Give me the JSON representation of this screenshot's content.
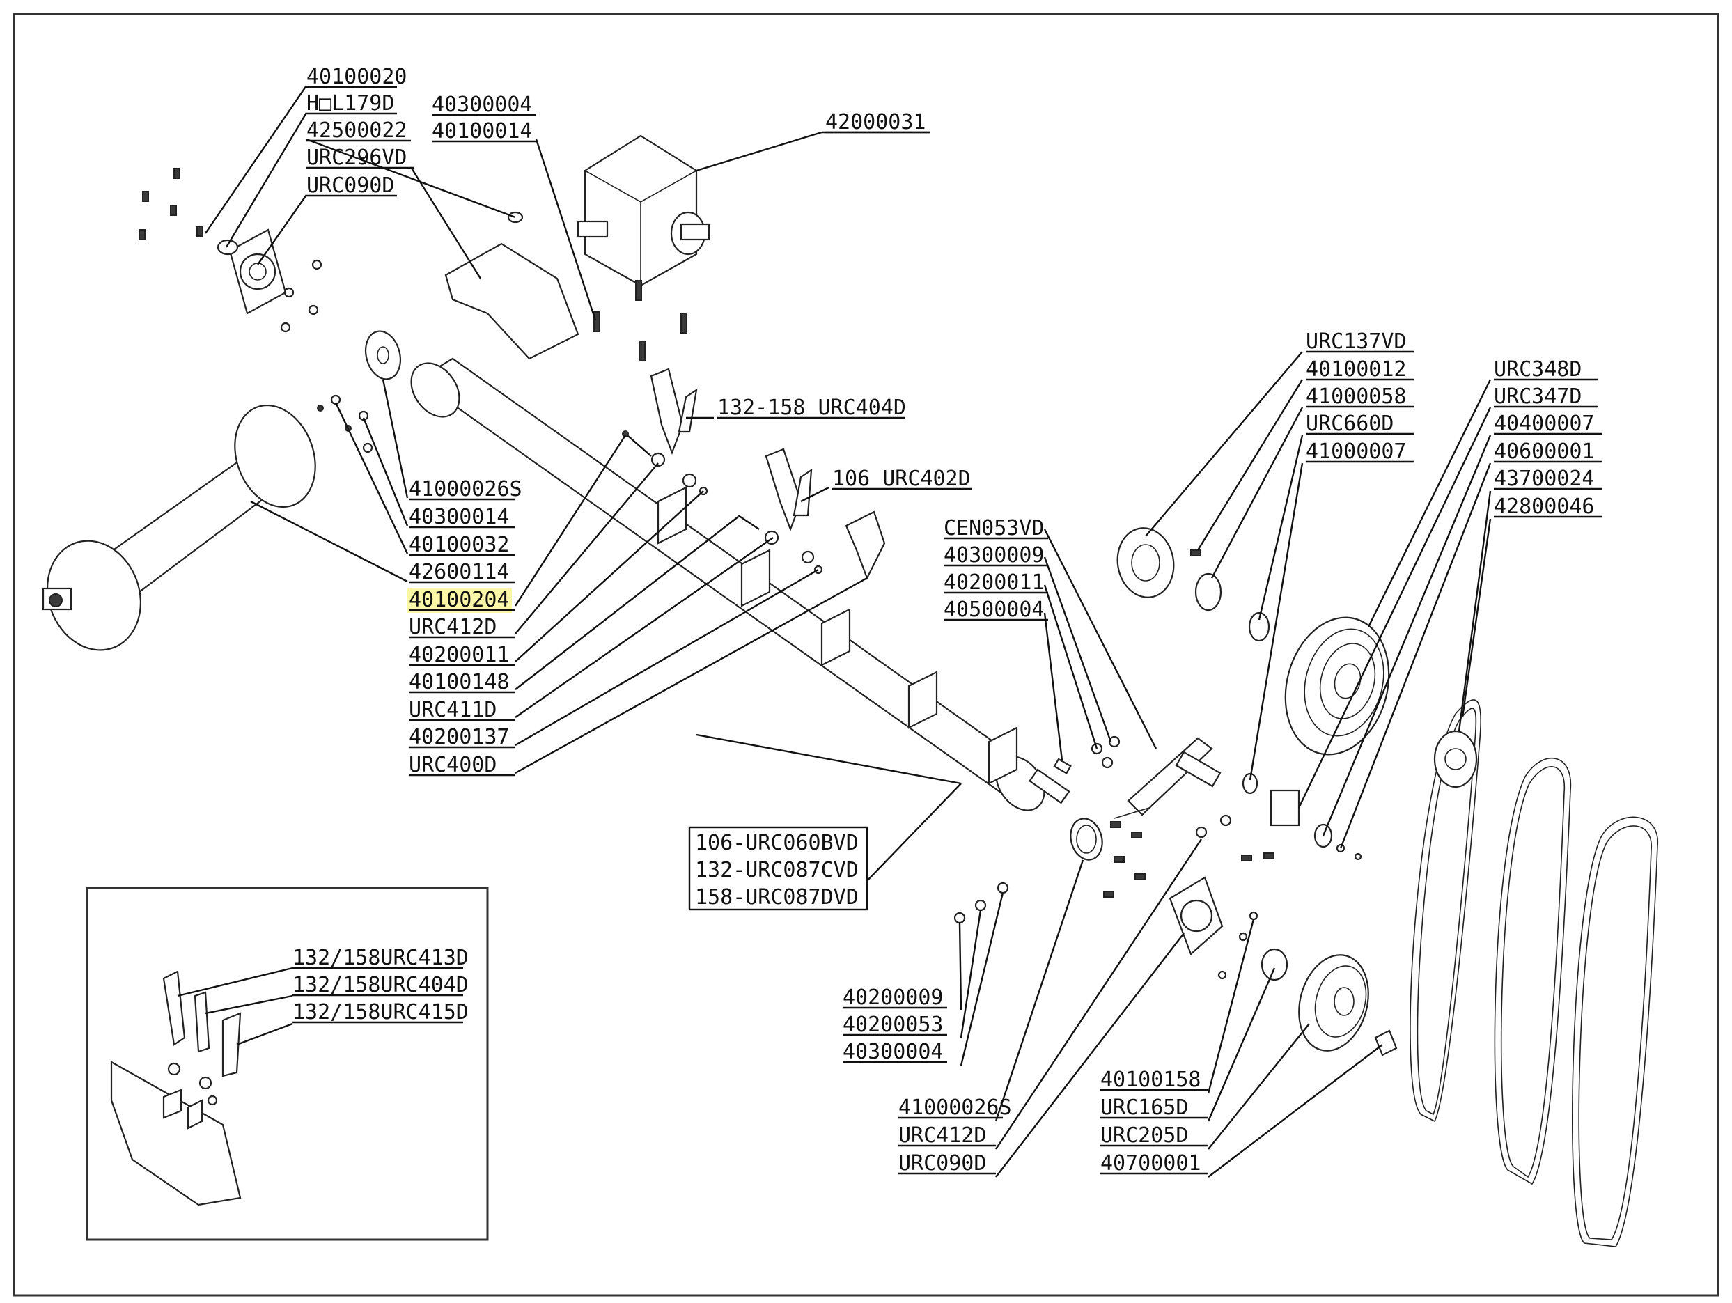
{
  "highlight_color": "#fbf6a8",
  "labels": {
    "p40100020": "40100020",
    "hol179d": "H□L179D",
    "p42500022": "42500022",
    "urc296vd": "URC296VD",
    "urc090d_top": "URC090D",
    "p40300004_top": "40300004",
    "p40100014": "40100014",
    "p42000031": "42000031",
    "p132_158_urc404d": "132-158 URC404D",
    "p106_urc402d": "106 URC402D",
    "p41000026s_left": "41000026S",
    "p40300014": "40300014",
    "p40100032": "40100032",
    "p42600114": "42600114",
    "p40100204": "40100204",
    "urc412d_left": "URC412D",
    "p40200011_left": "40200011",
    "p40100148": "40100148",
    "urc411d": "URC411D",
    "p40200137": "40200137",
    "urc400d": "URC400D",
    "urc137vd": "URC137VD",
    "p40100012": "40100012",
    "p41000058": "41000058",
    "urc660d": "URC660D",
    "p41000007": "41000007",
    "urc348d": "URC348D",
    "urc347d": "URC347D",
    "p40400007": "40400007",
    "p40600001": "40600001",
    "p43700024": "43700024",
    "p42800046": "42800046",
    "cen053vd": "CEN053VD",
    "p40300009": "40300009",
    "p40200011_mid": "40200011",
    "p40500004": "40500004",
    "box_106": "106-URC060BVD",
    "box_132": "132-URC087CVD",
    "box_158": "158-URC087DVD",
    "p40200009": "40200009",
    "p40200053": "40200053",
    "p40300004_bot": "40300004",
    "p41000026s_bot": "41000026S",
    "urc412d_bot": "URC412D",
    "urc090d_bot": "URC090D",
    "p40100158": "40100158",
    "urc165d": "URC165D",
    "urc205d": "URC205D",
    "p40700001": "40700001",
    "inset_413": "132/158URC413D",
    "inset_404": "132/158URC404D",
    "inset_415": "132/158URC415D"
  }
}
